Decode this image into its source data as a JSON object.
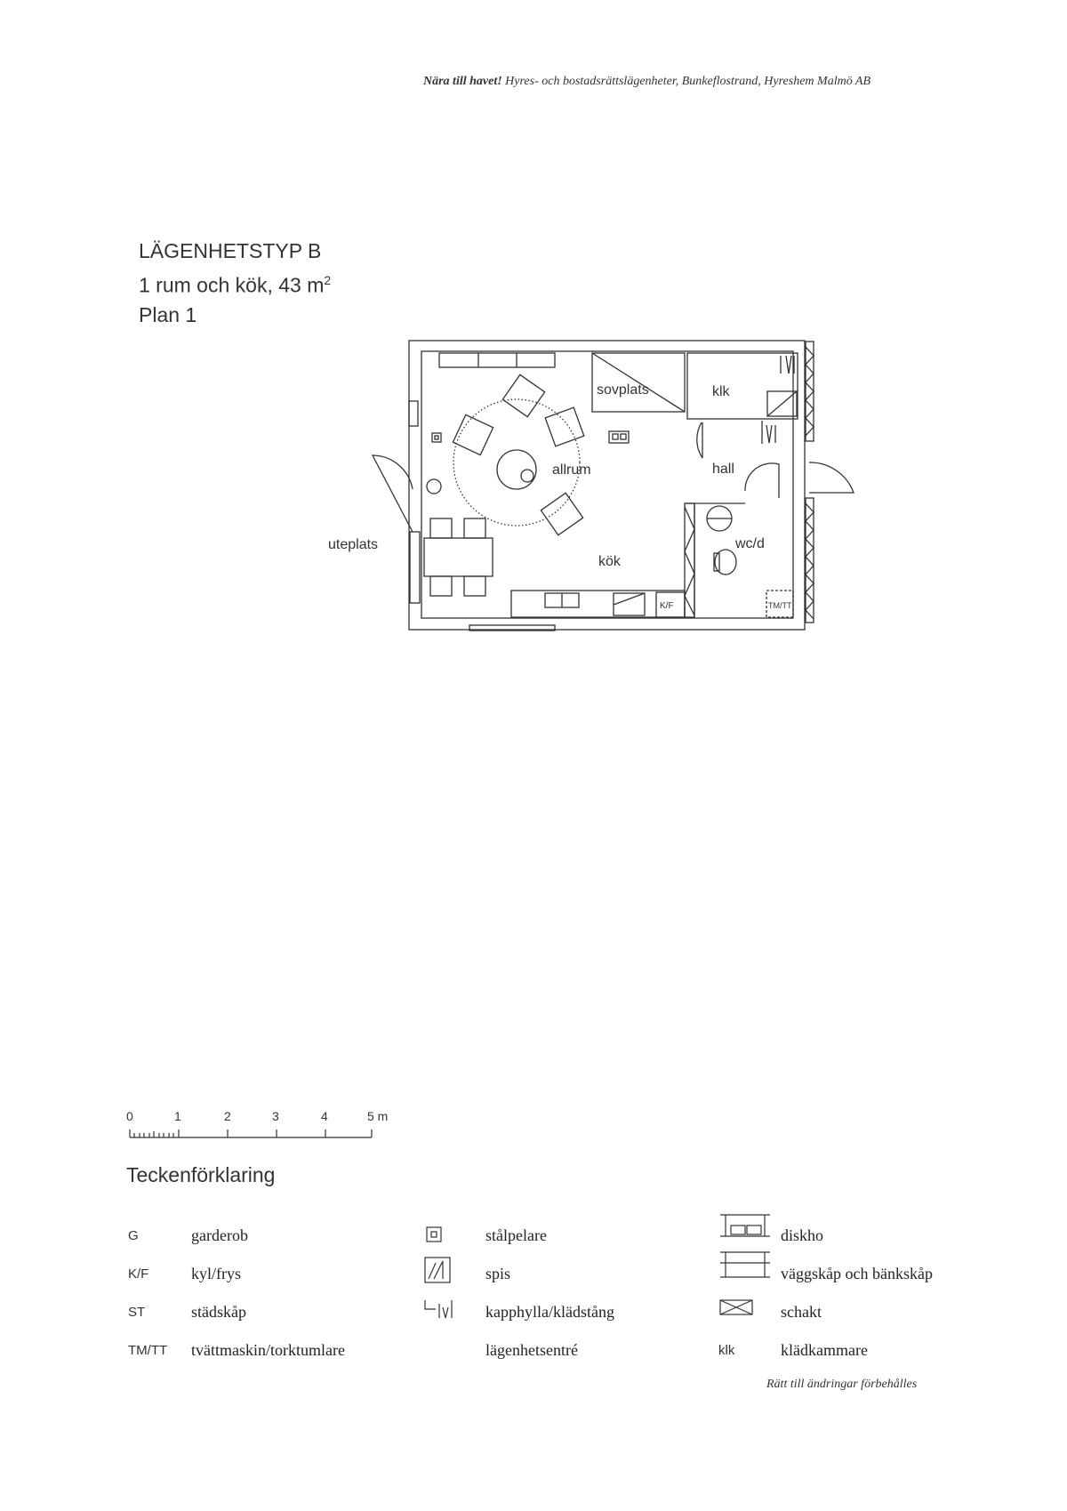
{
  "header": {
    "bold_part": "Nära till havet!",
    "rest": " Hyres- och bostadsrättslägenheter, Bunkeflostrand, Hyreshem Malmö AB"
  },
  "title": {
    "line1": "LÄGENHETSTYP B",
    "line2": "1 rum och kök, 43 m",
    "line2_sup": "2",
    "line3": "Plan 1"
  },
  "plan": {
    "rooms": {
      "sovplats": "sovplats",
      "klk": "klk",
      "allrum": "allrum",
      "hall": "hall",
      "uteplats": "uteplats",
      "kok": "kök",
      "wcd": "wc/d",
      "kf": "K/F",
      "tmtt": "TM/TT"
    }
  },
  "scale_bar": {
    "ticks": [
      "0",
      "1",
      "2",
      "3",
      "4",
      "5 m"
    ]
  },
  "legend": {
    "title": "Teckenförklaring",
    "items": [
      {
        "abbr": "G",
        "label": "garderob"
      },
      {
        "abbr": "K/F",
        "label": "kyl/frys"
      },
      {
        "abbr": "ST",
        "label": "städskåp"
      },
      {
        "abbr": "TM/TT",
        "label": "tvättmaskin/torktumlare"
      },
      {
        "icon": "steel-column-icon",
        "label": "stålpelare"
      },
      {
        "icon": "stove-icon",
        "label": "spis"
      },
      {
        "icon": "coat-rack-icon",
        "label": "kapphylla/klädstång"
      },
      {
        "label": "lägenhetsentré"
      },
      {
        "icon": "sink-icon",
        "label": "diskho"
      },
      {
        "icon": "cabinet-icon",
        "label": "väggskåp och bänkskåp"
      },
      {
        "icon": "shaft-icon",
        "label": "schakt"
      },
      {
        "abbr": "klk",
        "label": "klädkammare"
      }
    ]
  },
  "footer": {
    "note": "Rätt till ändringar förbehålles"
  }
}
